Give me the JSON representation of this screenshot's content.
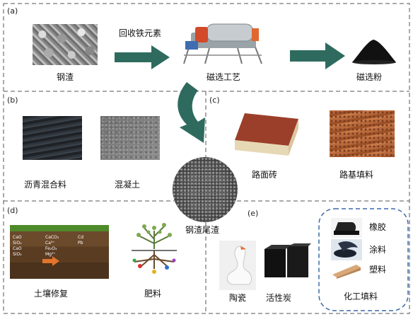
{
  "panels": {
    "a": {
      "tag": "(a)",
      "steel_slag": "钢渣",
      "recover_iron": "回收铁元素",
      "magnetic_process": "磁选工艺",
      "magnetic_powder": "磁选粉"
    },
    "b": {
      "tag": "(b)",
      "asphalt_mix": "沥青混合料",
      "concrete": "混凝土"
    },
    "c": {
      "tag": "(c)",
      "pavement_brick": "路面砖",
      "subgrade_fill": "路基填料"
    },
    "d": {
      "tag": "(d)",
      "soil_remediation": "土壤修复",
      "fertilizer": "肥料",
      "soil_labels": [
        "CaO",
        "SiO₂",
        "CaO",
        "SiO₂",
        "CaCO₃",
        "Ca²⁺",
        "Fe₂O₃",
        "Mg²⁺",
        "Cd",
        "Pb"
      ]
    },
    "e": {
      "tag": "(e)",
      "ceramic": "陶瓷",
      "activated_carbon": "活性炭"
    },
    "center": {
      "tailings": "钢渣尾渣"
    },
    "chemical": {
      "title": "化工填料",
      "rubber": "橡胶",
      "coating": "涂料",
      "plastic": "塑料"
    }
  },
  "colors": {
    "arrow": "#2e6b5e",
    "dash_border": "#555555",
    "chem_border": "#3a6aa6"
  }
}
